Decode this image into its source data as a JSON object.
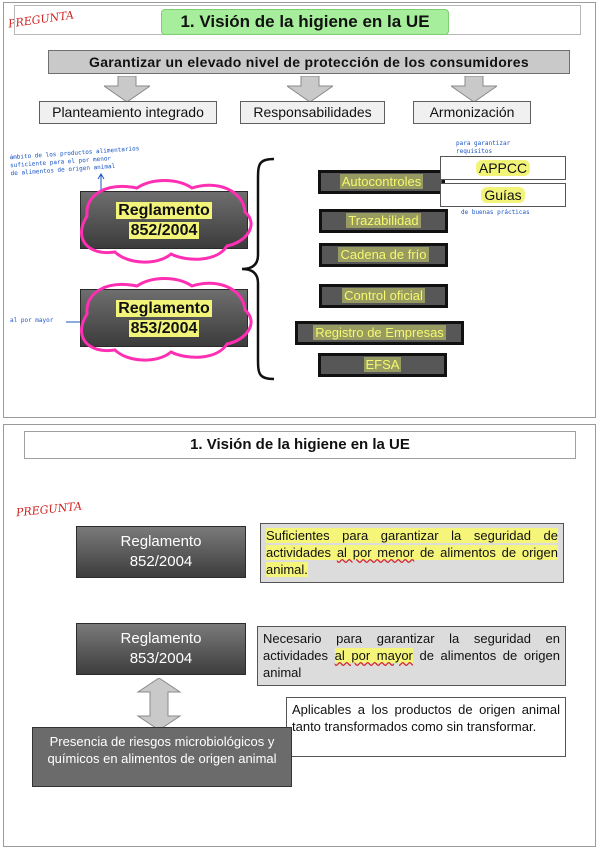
{
  "slide1": {
    "annotation_top": "PREGUNTA",
    "title": "1. Visión de la higiene en la UE",
    "banner": "Garantizar un elevado nivel de protección de los consumidores",
    "chips": [
      "Planteamiento integrado",
      "Responsabilidades",
      "Armonización"
    ],
    "regulations": [
      {
        "line1": "Reglamento",
        "line2": "852/2004"
      },
      {
        "line1": "Reglamento",
        "line2": "853/2004"
      }
    ],
    "list_items": [
      "Autocontroles",
      "Trazabilidad",
      "Cadena de frío",
      "Control oficial",
      "Registro de Empresas",
      "EFSA"
    ],
    "side_boxes": [
      "APPCC",
      "Guías"
    ],
    "handwritten": {
      "left_note": [
        "ámbito de los productos alimentarios",
        "suficiente para el por menor",
        "de alimentos de origen animal"
      ],
      "left_note2": "al por mayor",
      "appcc_note": [
        "para garantizar",
        "requisitos"
      ],
      "guias_note": "de buenas prácticas"
    }
  },
  "slide2": {
    "annotation_top": "PREGUNTA",
    "title": "1. Visión de la higiene en la UE",
    "reg1": {
      "line1": "Reglamento",
      "line2": "852/2004"
    },
    "reg2": {
      "line1": "Reglamento",
      "line2": "853/2004"
    },
    "text1": {
      "a": "Suficientes para garantizar la seguridad de actividades ",
      "b": "al por menor",
      "c": " de alimentos de origen animal."
    },
    "text2": {
      "a": "Necesario para garantizar la seguridad en actividades ",
      "b": "al por mayor",
      "c": " de alimentos de origen animal"
    },
    "text3": "Aplicables a los productos de origen animal tanto transformados como sin transformar.",
    "darkbox": "Presencia de riesgos microbiológicos y químicos en alimentos de origen animal"
  }
}
